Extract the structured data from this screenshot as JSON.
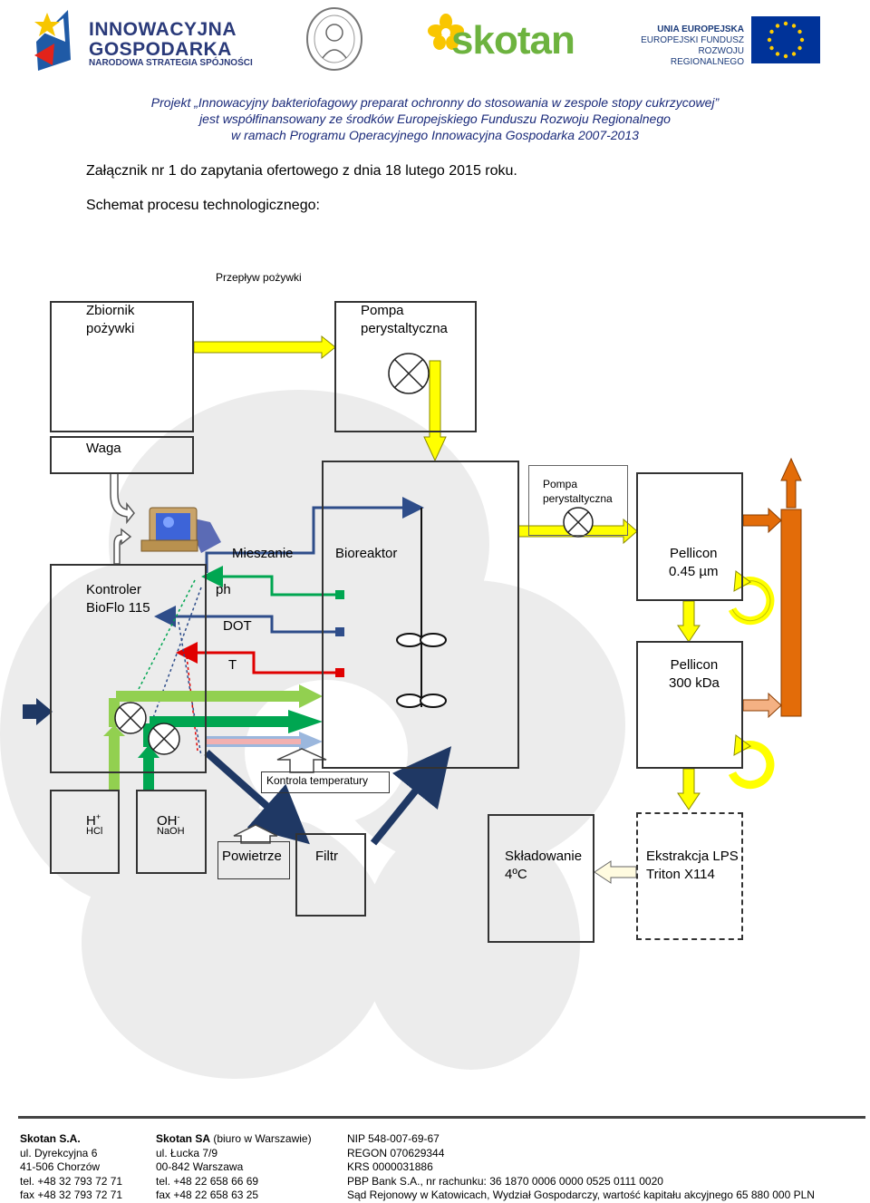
{
  "header": {
    "ig_title_line1": "INNOWACYJNA",
    "ig_title_line2": "GOSPODARKA",
    "ig_subtitle": "NARODOWA STRATEGIA SPÓJNOŚCI",
    "skotan_logo": "skotan",
    "ue_line1": "UNIA EUROPEJSKA",
    "ue_line2": "EUROPEJSKI FUNDUSZ",
    "ue_line3": "ROZWOJU REGIONALNEGO",
    "project_line1": "Projekt „Innowacyjny bakteriofagowy preparat ochronny do stosowania w zespole stopy cukrzycowej”",
    "project_line2": "jest współfinansowany ze środków Europejskiego Funduszu Rozwoju Regionalnego",
    "project_line3": "w ramach Programu Operacyjnego Innowacyjna Gospodarka 2007-2013"
  },
  "document": {
    "annex_line": "Załącznik nr 1 do zapytania ofertowego z dnia 18 lutego 2015 roku.",
    "schema_line": "Schemat procesu technologicznego:"
  },
  "diagram": {
    "flow_label": "Przepływ pożywki",
    "tank": "Zbiornik\npożywki",
    "pump1": "Pompa\nperystaltyczna",
    "scale": "Waga",
    "pump2": "Pompa\nperystaltyczna",
    "controller": "Kontroler\nBioFlo 115",
    "mixing": "Mieszanie",
    "bioreactor": "Bioreaktor",
    "ph": "ph",
    "dot": "DOT",
    "temp": "T",
    "pellicon1": "Pellicon\n0.45 µm",
    "pellicon2": "Pellicon\n300 kDa",
    "temp_control": "Kontrola temperatury",
    "acid_main": "H",
    "acid_sup": "+",
    "acid_sub": "HCl",
    "base_main": "OH",
    "base_sup": "-",
    "base_sub": "NaOH",
    "air": "Powietrze",
    "filter": "Filtr",
    "storage": "Składowanie\n4ºC",
    "extraction": "Ekstrakcja LPS\nTriton X114",
    "colors": {
      "yellow": "#ffff00",
      "green": "#00a651",
      "light_green": "#92d050",
      "blue": "#2e4d8a",
      "navy": "#1f3864",
      "red": "#e00000",
      "orange": "#e36c09",
      "salmon": "#f4b183"
    }
  },
  "footer": {
    "col1_name": "Skotan S.A.",
    "col1_rest": "ul. Dyrekcyjna 6\n41-506 Chorzów\ntel. +48 32 793 72 71\nfax +48 32 793 72 71",
    "col2_name": "Skotan SA",
    "col2_name_rest": " (biuro w Warszawie)",
    "col2_rest": "ul. Łucka 7/9\n00-842 Warszawa\ntel. +48 22 658 66 69\nfax +48 22 658 63 25",
    "col3": "NIP 548-007-69-67\nREGON 070629344\nKRS 0000031886\nPBP Bank S.A., nr rachunku:  36 1870 0006 0000 0525 0111 0020\nSąd Rejonowy w Katowicach, Wydział Gospodarczy, wartość kapitału akcyjnego 65 880 000 PLN"
  }
}
